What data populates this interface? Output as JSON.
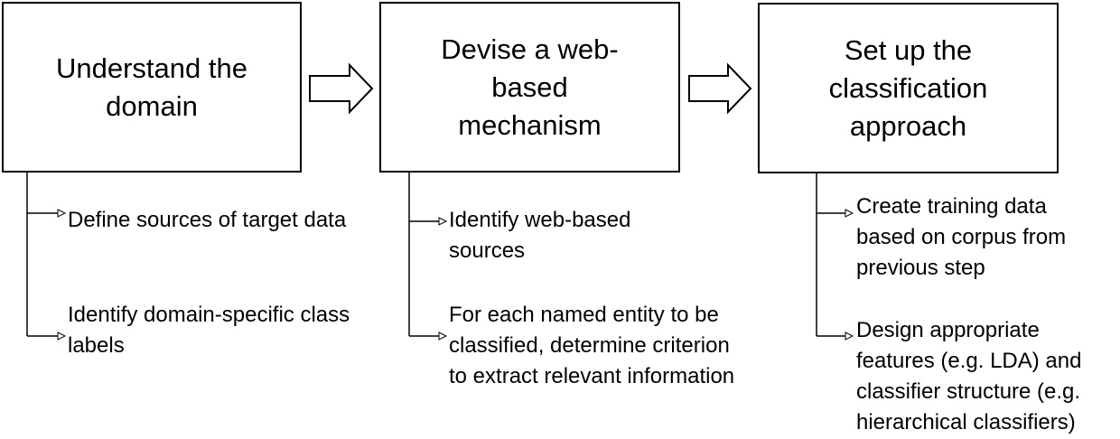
{
  "stages": [
    {
      "title": "Understand the domain",
      "steps": [
        "Define sources of target data",
        "Identify domain-specific class labels"
      ]
    },
    {
      "title": "Devise a web-based mechanism",
      "steps": [
        "Identify web-based sources",
        "For each named entity to be classified, determine criterion to extract relevant information"
      ]
    },
    {
      "title": "Set up the classification approach",
      "steps": [
        "Create training data based on corpus from previous step",
        "Design appropriate features (e.g. LDA) and classifier structure (e.g. hierarchical classifiers)"
      ]
    }
  ]
}
